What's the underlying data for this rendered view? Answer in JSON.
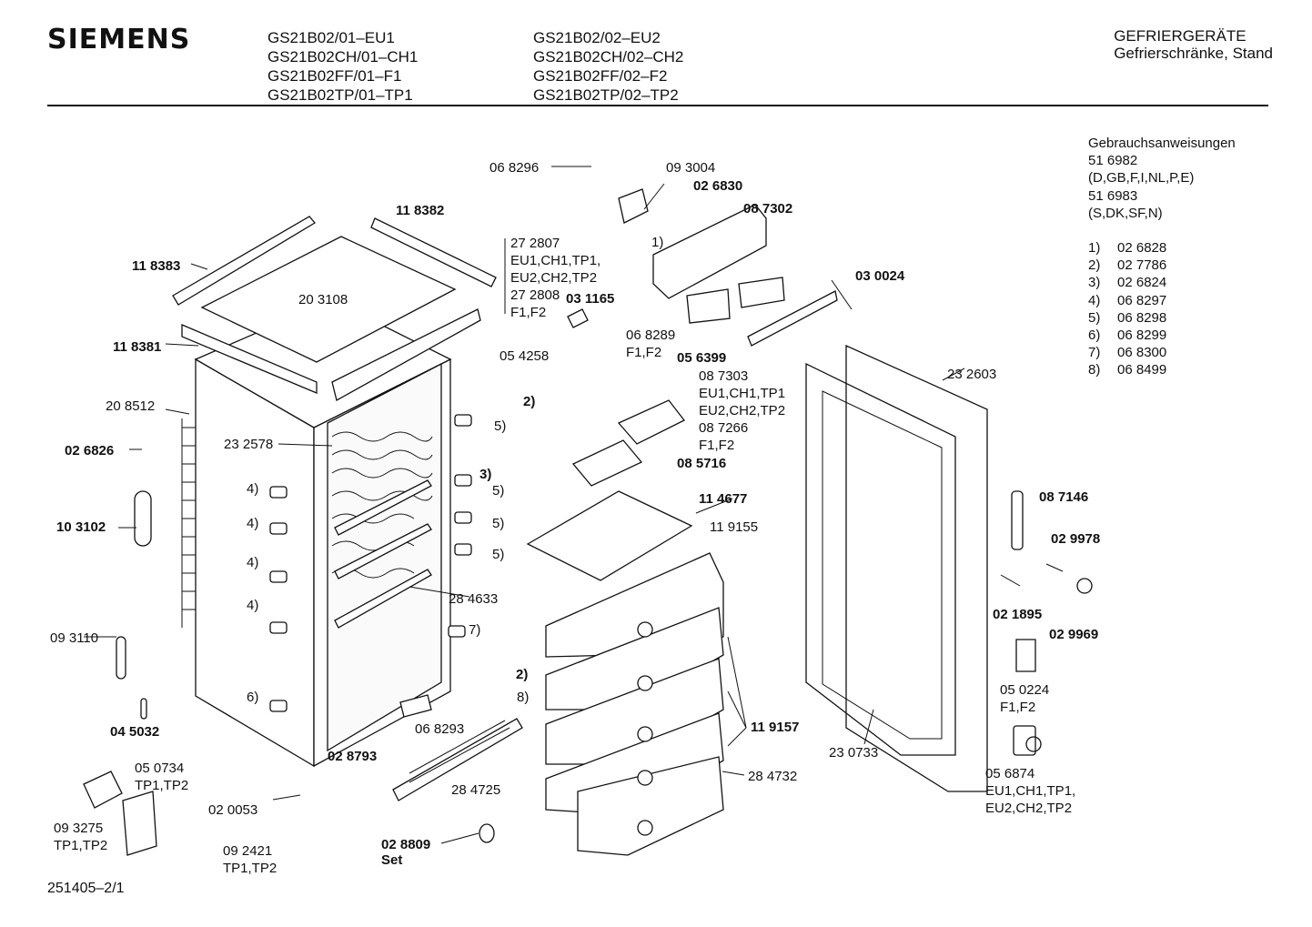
{
  "header": {
    "brand": "SIEMENS",
    "models_col1": [
      "GS21B02/01–EU1",
      "GS21B02CH/01–CH1",
      "GS21B02FF/01–F1",
      "GS21B02TP/01–TP1"
    ],
    "models_col2": [
      "GS21B02/02–EU2",
      "GS21B02CH/02–CH2",
      "GS21B02FF/02–F2",
      "GS21B02TP/02–TP2"
    ],
    "category_line1": "GEFRIERGERÄTE",
    "category_line2": "Gefrierschränke, Stand"
  },
  "manuals": [
    "Gebrauchsanweisungen",
    "51 6982",
    "(D,GB,F,I,NL,P,E)",
    "51 6983",
    "(S,DK,SF,N)"
  ],
  "notes": [
    {
      "k": "1)",
      "v": "02 6828"
    },
    {
      "k": "2)",
      "v": "02 7786"
    },
    {
      "k": "3)",
      "v": "02 6824"
    },
    {
      "k": "4)",
      "v": "06 8297"
    },
    {
      "k": "5)",
      "v": "06 8298"
    },
    {
      "k": "6)",
      "v": "06 8299"
    },
    {
      "k": "7)",
      "v": "06 8300"
    },
    {
      "k": "8)",
      "v": "06 8499"
    }
  ],
  "labels": {
    "p068296": "06 8296",
    "p093004": "09 3004",
    "p026830": "02 6830",
    "p087302": "08 7302",
    "p118382": "11 8382",
    "p118383": "11 8383",
    "p203108": "20 3108",
    "p272807": "27 2807",
    "v272807a": "EU1,CH1,TP1,",
    "v272807b": "EU2,CH2,TP2",
    "p272808": "27 2808",
    "v272808": "F1,F2",
    "p031165": "03 1165",
    "p030024": "03 0024",
    "p118381": "11 8381",
    "p054258": "05 4258",
    "p068289": "06 8289",
    "v068289": "F1,F2",
    "p056399": "05 6399",
    "p087303": "08 7303",
    "v087303a": "EU1,CH1,TP1",
    "v087303b": "EU2,CH2,TP2",
    "p087266": "08 7266",
    "v087266": "F1,F2",
    "p085716": "08 5716",
    "p208512": "20 8512",
    "p026826": "02 6826",
    "p232578": "23 2578",
    "p103102": "10 3102",
    "p232603": "23 2603",
    "p114677": "11 4677",
    "p119155": "11 9155",
    "p087146": "08 7146",
    "p029978": "02 9978",
    "p021895": "02 1895",
    "p029969": "02 9969",
    "p284633": "28 4633",
    "p093110": "09 3110",
    "p045032": "04 5032",
    "p050224": "05 0224",
    "v050224": "F1,F2",
    "p068293": "06 8293",
    "p119157": "11 9157",
    "p230733": "23 0733",
    "p028793": "02 8793",
    "p284725": "28 4725",
    "p284732": "28 4732",
    "p050734": "05 0734",
    "v050734": "TP1,TP2",
    "p020053": "02 0053",
    "p093275": "09 3275",
    "v093275": "TP1,TP2",
    "p092421": "09 2421",
    "v092421": "TP1,TP2",
    "p028809": "02 8809",
    "set": "Set",
    "p056874": "05 6874",
    "v056874a": "EU1,CH1,TP1,",
    "v056874b": "EU2,CH2,TP2",
    "r1": "1)",
    "r2a": "2)",
    "r2b": "2)",
    "r3": "3)",
    "r4a": "4)",
    "r4b": "4)",
    "r4c": "4)",
    "r4d": "4)",
    "r5a": "5)",
    "r5b": "5)",
    "r5c": "5)",
    "r5d": "5)",
    "r6": "6)",
    "r7": "7)",
    "r8": "8)"
  },
  "document_number": "251405–2/1"
}
